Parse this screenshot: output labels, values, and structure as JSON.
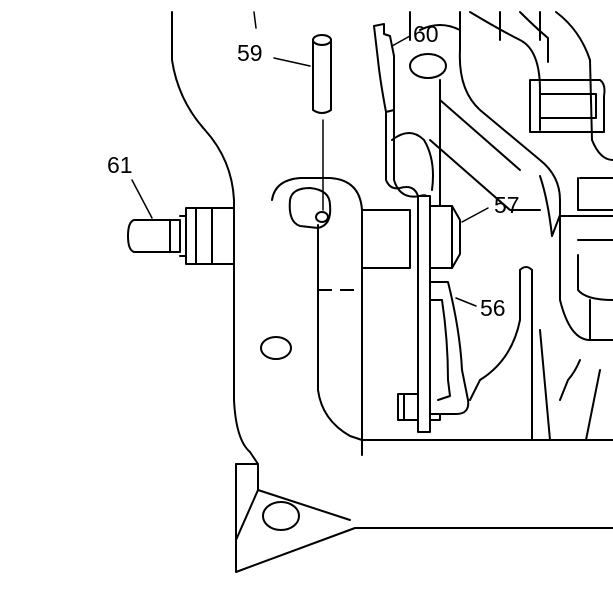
{
  "callouts": [
    {
      "id": "59",
      "label": "59"
    },
    {
      "id": "60",
      "label": "60"
    },
    {
      "id": "61",
      "label": "61"
    },
    {
      "id": "57",
      "label": "57"
    },
    {
      "id": "56",
      "label": "56"
    }
  ]
}
